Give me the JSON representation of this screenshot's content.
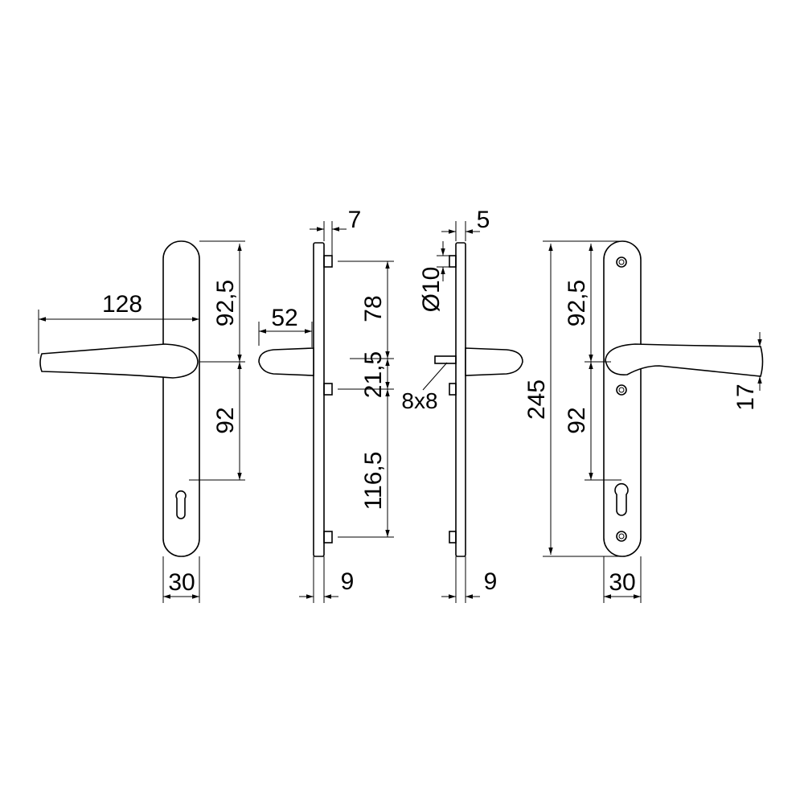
{
  "drawing": {
    "front_left": {
      "handle_length": "128",
      "upper_distance": "92,5",
      "lower_distance": "92",
      "plate_width": "30"
    },
    "side_left": {
      "handle_projection": "52",
      "stud_height": "7",
      "top_hole_spacing": "78",
      "spindle_offset": "21,5",
      "bottom_hole_spacing": "116,5",
      "plate_thickness": "9"
    },
    "side_right": {
      "stud_height": "5",
      "stud_diameter": "Ø10",
      "spindle_size": "8x8",
      "plate_thickness": "9"
    },
    "front_right": {
      "plate_length": "245",
      "upper_distance": "92,5",
      "lower_distance": "92",
      "plate_width": "30",
      "handle_end": "17"
    }
  }
}
